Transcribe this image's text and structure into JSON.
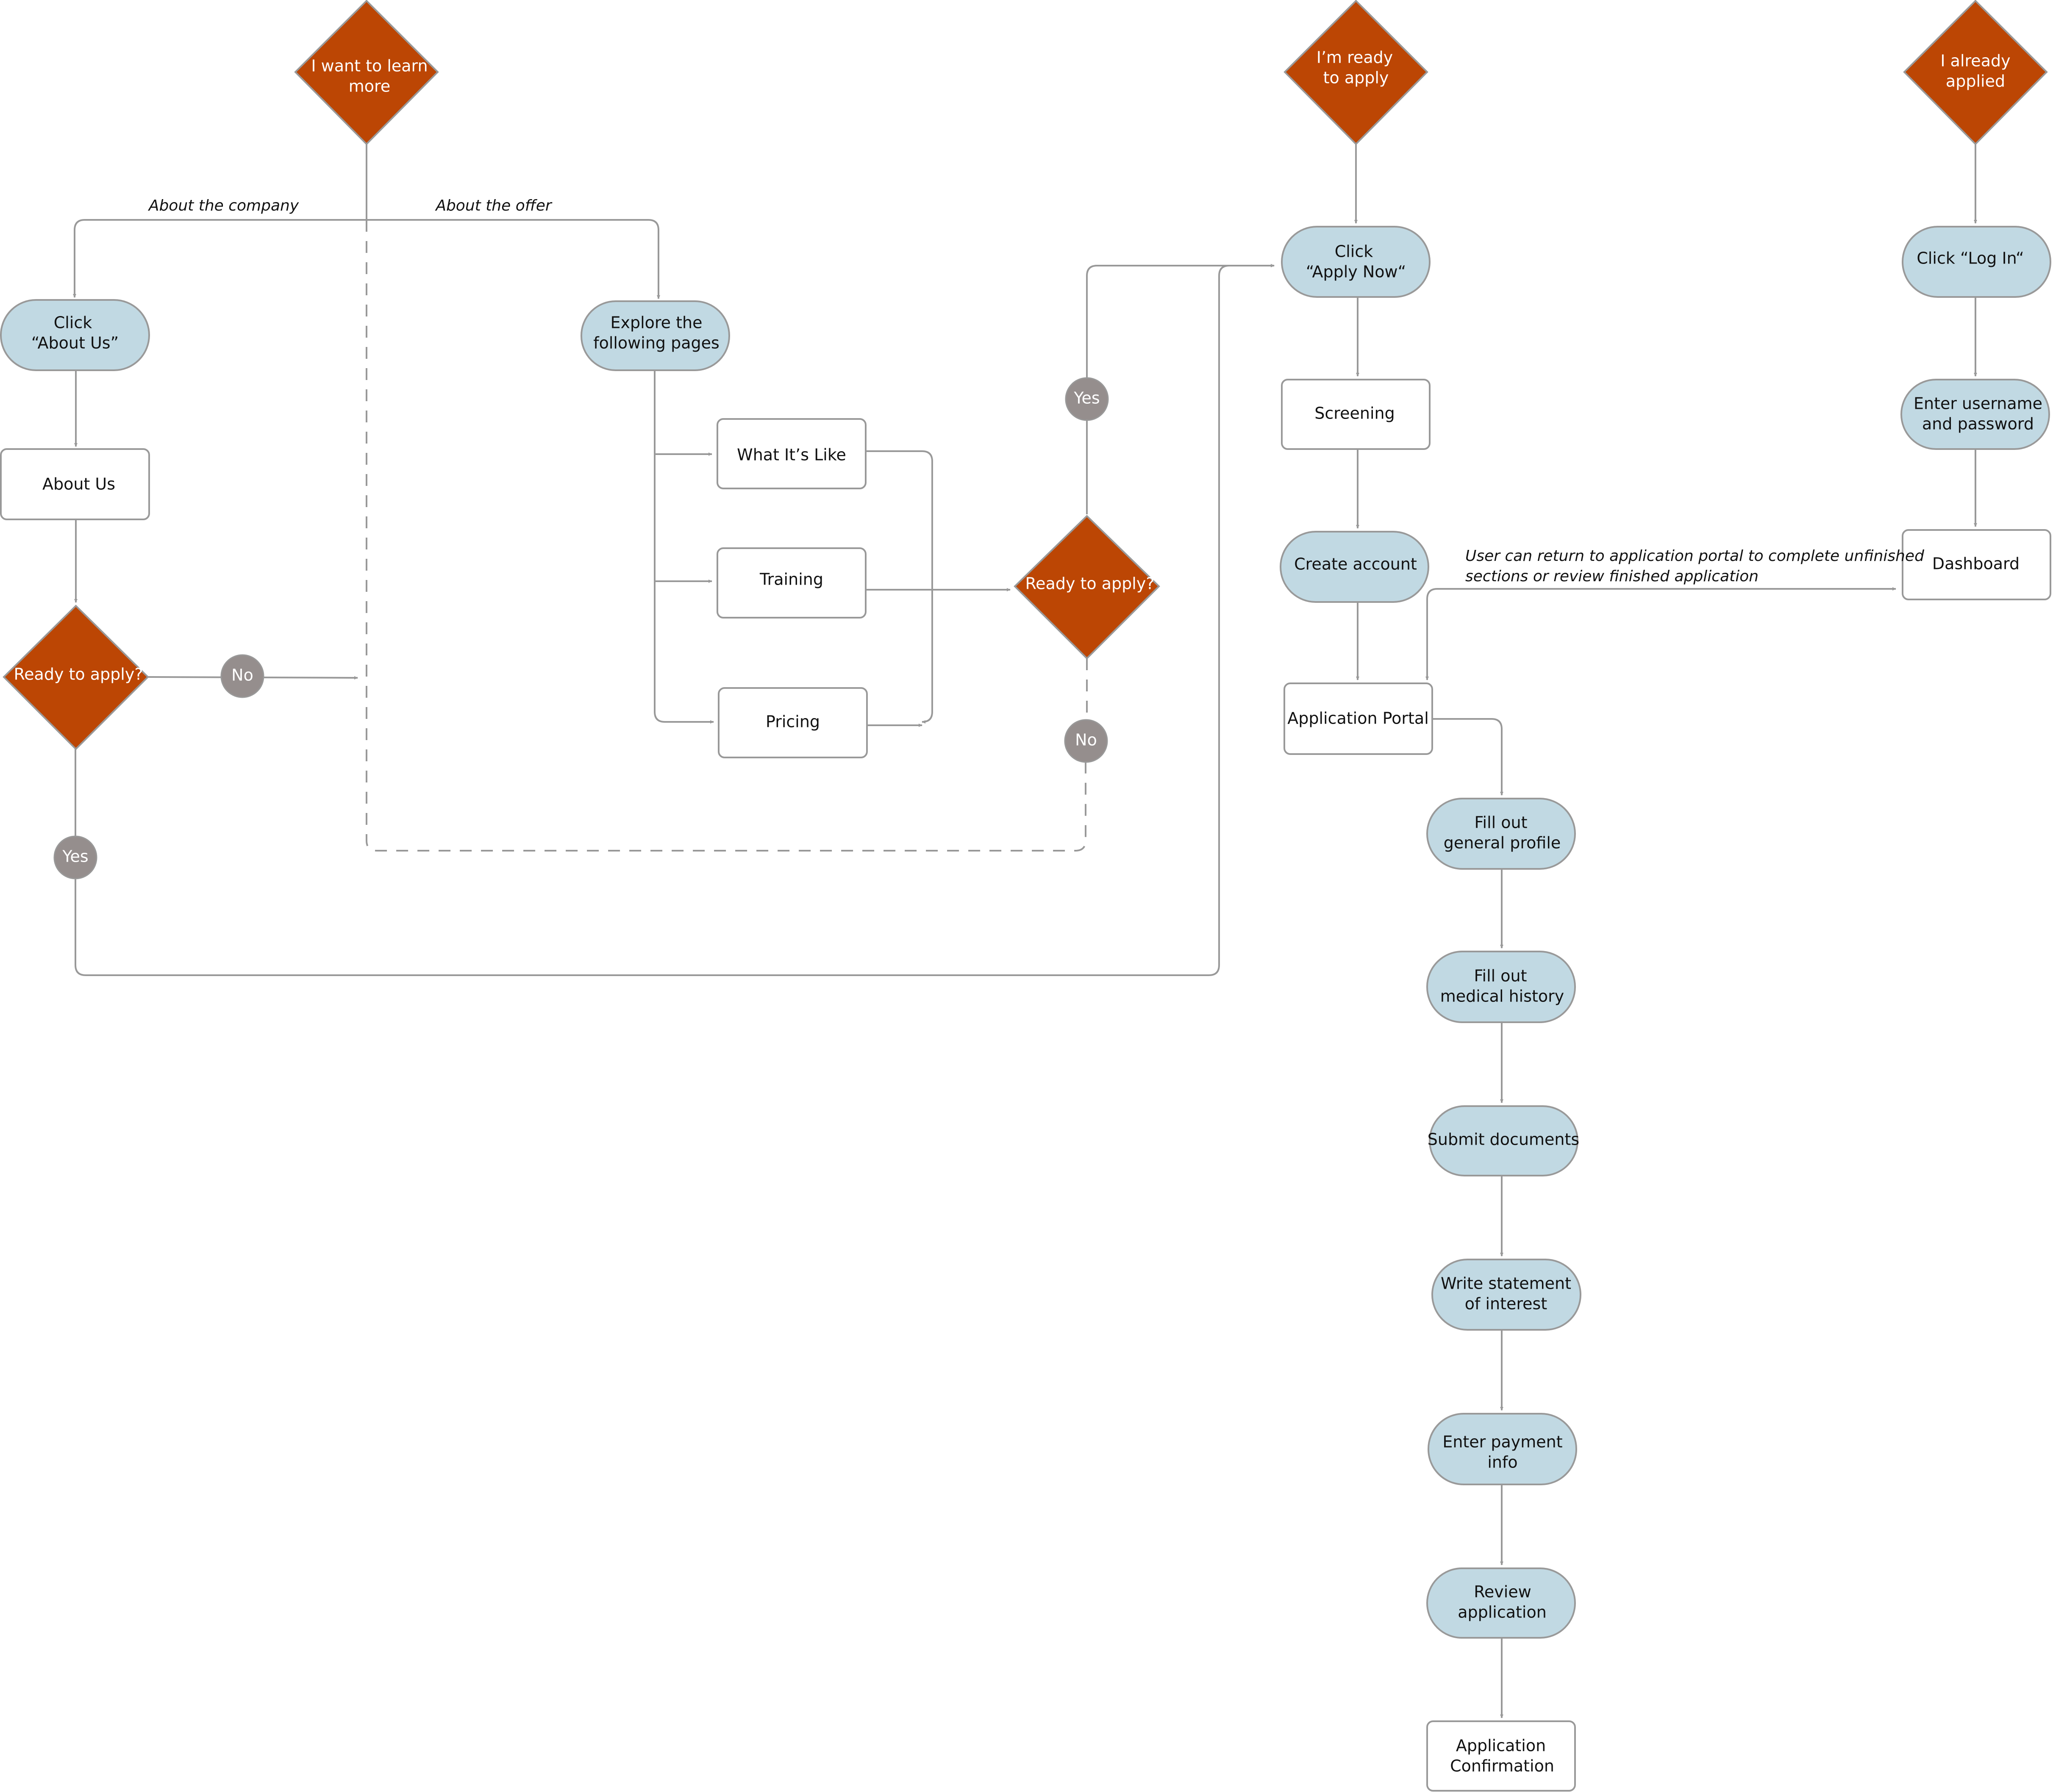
{
  "colors": {
    "decision": "#bc4604",
    "action": "#c1d9e3",
    "page": "#ffffff",
    "badge": "#958e8d",
    "connector": "#999999"
  },
  "entry_points": {
    "learn_more": [
      "I want to learn",
      "more"
    ],
    "ready_to_apply": [
      "I’m ready",
      "to apply"
    ],
    "already_applied": [
      "I already",
      "applied"
    ]
  },
  "branch_labels": {
    "about_company": "About the company",
    "about_offer": "About the offer"
  },
  "learn_path": {
    "click_about_us": [
      "Click",
      "“About Us”"
    ],
    "about_us_page": "About Us",
    "ready_question_left": "Ready to apply?",
    "explore_pages": [
      "Explore the",
      "following pages"
    ],
    "pages": [
      "What It’s Like",
      "Training",
      "Pricing"
    ],
    "ready_question_center": "Ready to apply?"
  },
  "badges": {
    "yes": "Yes",
    "no": "No"
  },
  "apply_path": {
    "click_apply_now": [
      "Click",
      "“Apply Now“"
    ],
    "screening": "Screening",
    "create_account": "Create account",
    "application_portal": "Application Portal",
    "steps": [
      [
        "Fill out",
        "general profile"
      ],
      [
        "Fill out",
        "medical history"
      ],
      [
        "Submit documents"
      ],
      [
        "Write statement",
        "of interest"
      ],
      [
        "Enter payment",
        "info"
      ],
      [
        "Review",
        "application"
      ]
    ],
    "confirmation": [
      "Application",
      "Confirmation"
    ]
  },
  "login_path": {
    "click_login": "Click “Log In“",
    "enter_credentials": [
      "Enter username",
      "and password"
    ],
    "dashboard": "Dashboard"
  },
  "annotation": [
    "User can return to application portal to complete unfinished",
    "sections or review finished application"
  ]
}
